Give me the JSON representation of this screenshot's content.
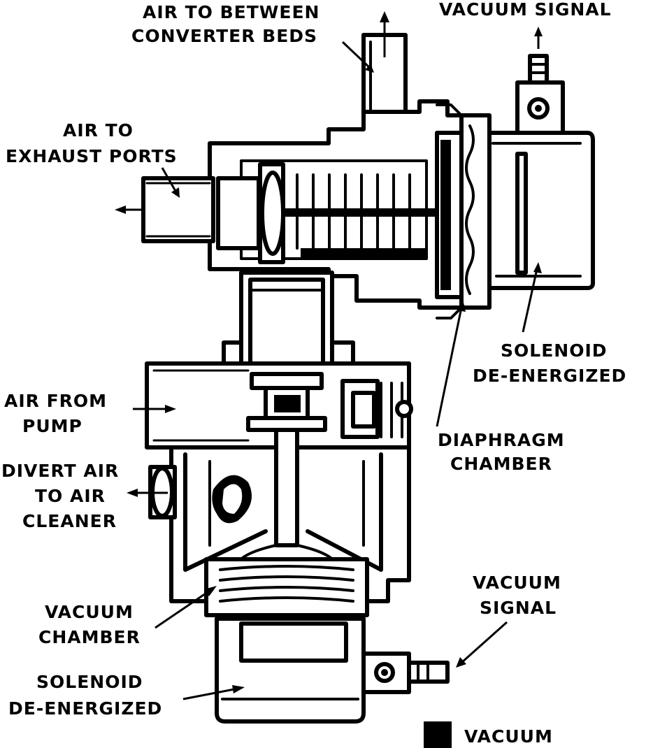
{
  "labels": {
    "air_between_line1": "AIR TO BETWEEN",
    "air_between_line2": "CONVERTER BEDS",
    "vacuum_signal_top": "VACUUM SIGNAL",
    "exhaust_line1": "AIR TO",
    "exhaust_line2": "EXHAUST PORTS",
    "solenoid_top_line1": "SOLENOID",
    "solenoid_top_line2": "DE-ENERGIZED",
    "air_pump_line1": "AIR FROM",
    "air_pump_line2": "PUMP",
    "diaphragm_line1": "DIAPHRAGM",
    "diaphragm_line2": "CHAMBER",
    "divert_line1": "DIVERT AIR",
    "divert_line2": "TO AIR",
    "divert_line3": "CLEANER",
    "vacuum_chamber_line1": "VACUUM",
    "vacuum_chamber_line2": "CHAMBER",
    "vacuum_signal_bottom_line1": "VACUUM",
    "vacuum_signal_bottom_line2": "SIGNAL",
    "solenoid_bottom_line1": "SOLENOID",
    "solenoid_bottom_line2": "DE-ENERGIZED"
  },
  "legend": {
    "vacuum_label": "VACUUM",
    "vacuum_color": "#000000"
  }
}
